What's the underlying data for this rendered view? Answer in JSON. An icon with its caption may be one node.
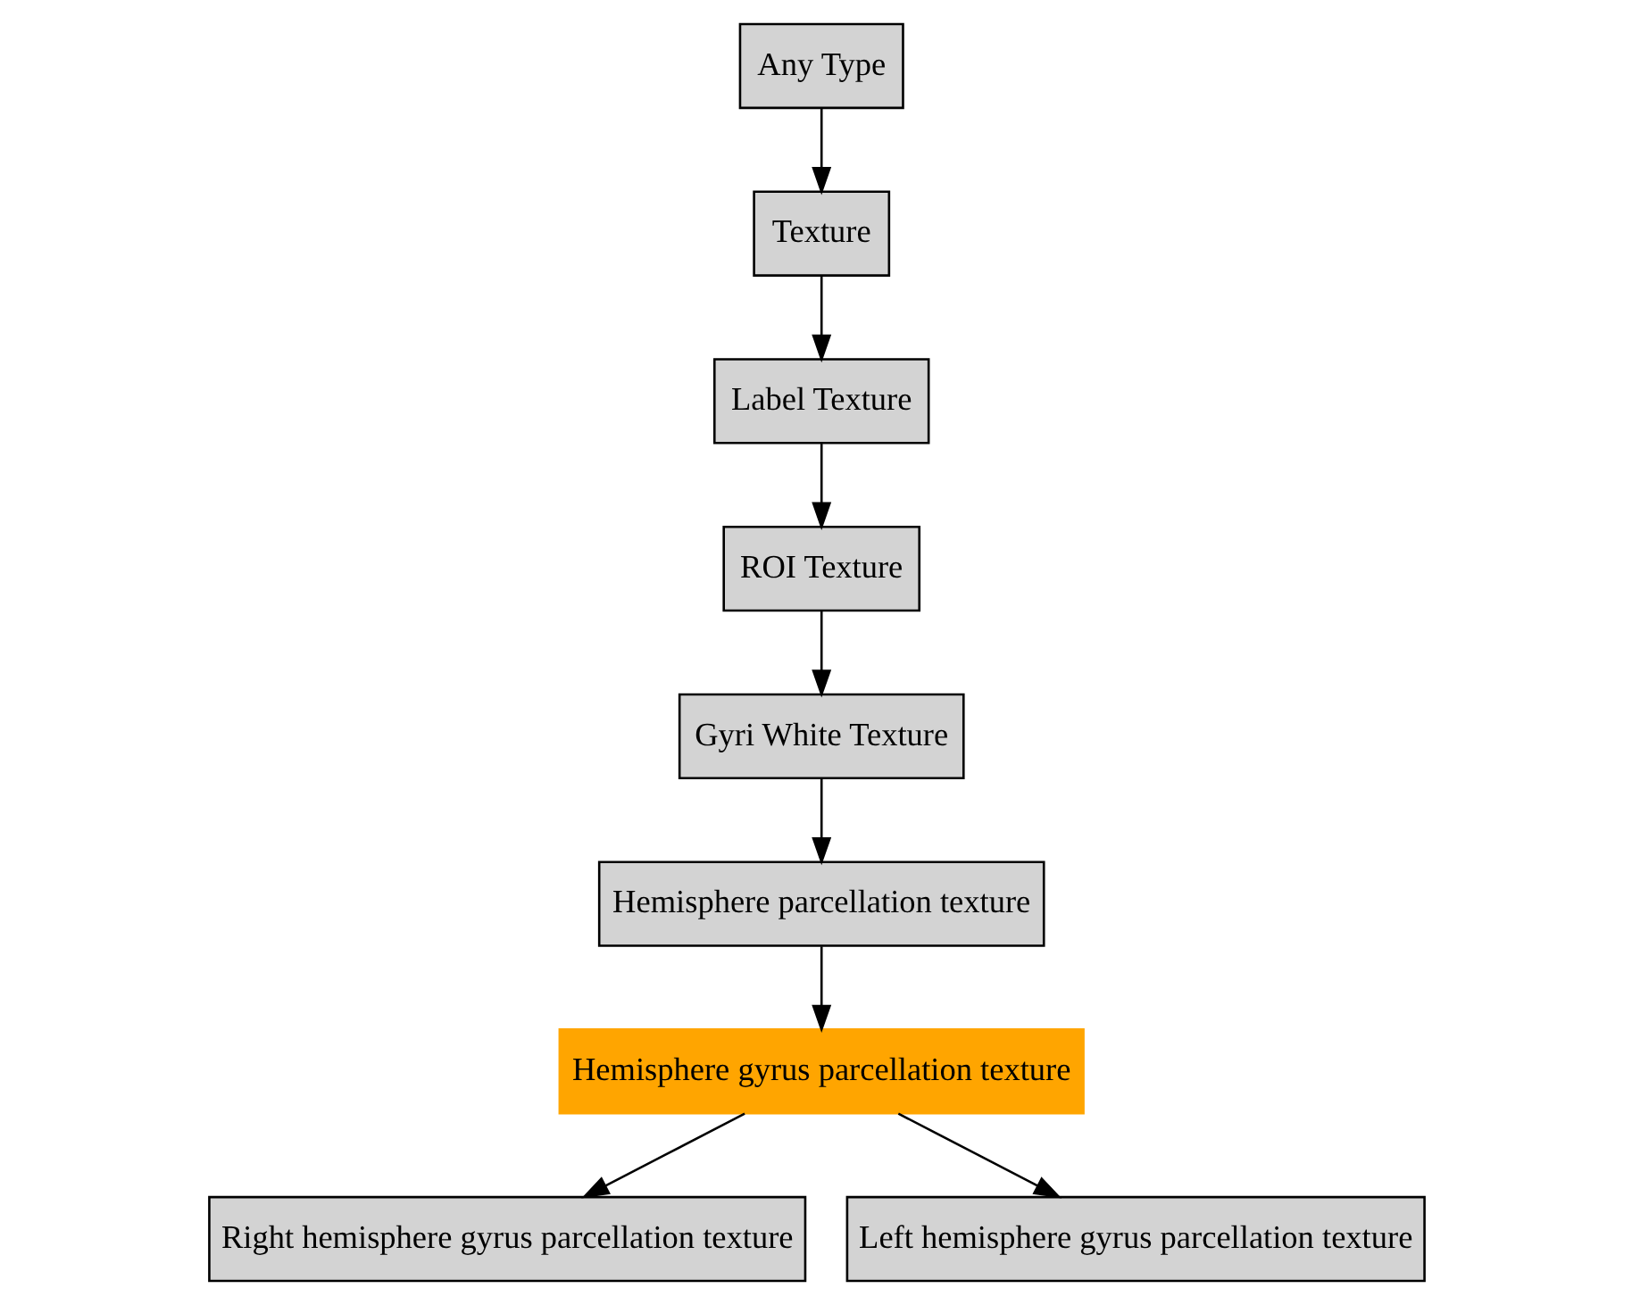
{
  "diagram": {
    "nodes": [
      {
        "text": [
          "Any Type"
        ]
      },
      {
        "text": [
          "Texture"
        ]
      },
      {
        "text": [
          "Label Texture"
        ]
      },
      {
        "text": [
          "ROI Texture"
        ]
      },
      {
        "text": [
          "Gyri White Texture"
        ]
      },
      {
        "text": [
          "Hemisphere parcellation texture"
        ]
      },
      {
        "text": [
          "Hemisphere gyrus parcellation texture"
        ]
      },
      {
        "text": [
          "Right hemisphere gyrus parcellation texture"
        ]
      },
      {
        "text": [
          "Left hemisphere gyrus parcellation texture"
        ]
      }
    ],
    "edges": [
      {
        "from": 0,
        "to": 1,
        "arrow": "to"
      },
      {
        "from": 1,
        "to": 2,
        "arrow": "to"
      },
      {
        "from": 2,
        "to": 3,
        "arrow": "to"
      },
      {
        "from": 3,
        "to": 4,
        "arrow": "to"
      },
      {
        "from": 4,
        "to": 5,
        "arrow": "to"
      },
      {
        "from": 5,
        "to": 6,
        "arrow": "to"
      },
      {
        "from": 6,
        "to": 7,
        "arrow": "to"
      },
      {
        "from": 6,
        "to": 8,
        "arrow": "to"
      }
    ]
  }
}
